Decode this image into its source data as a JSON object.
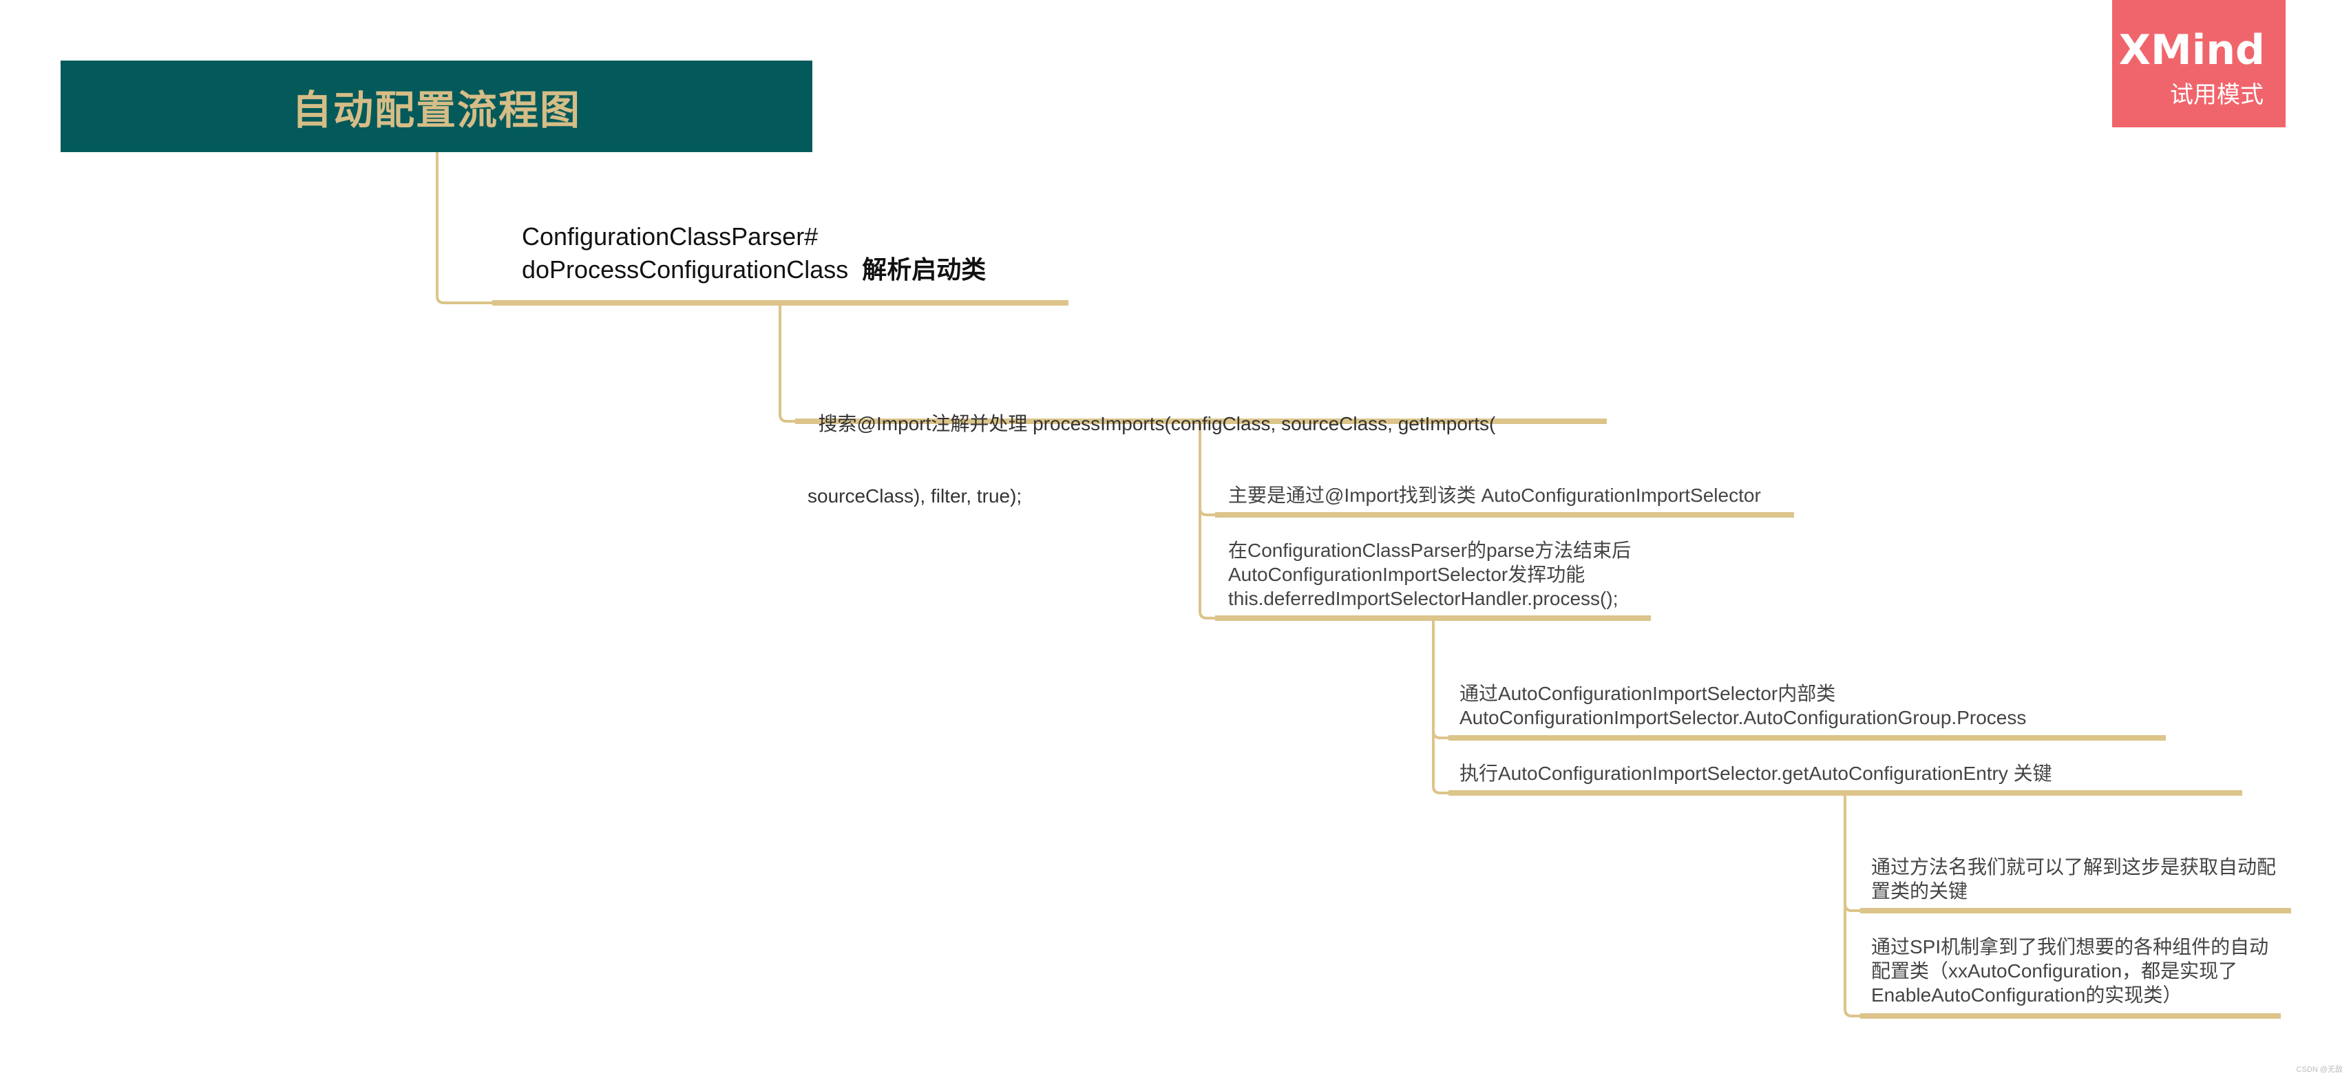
{
  "root": {
    "title": "自动配置流程图"
  },
  "watermark": {
    "brand": "XMind",
    "mode": "试用模式"
  },
  "nodes": {
    "n1": {
      "line1": "ConfigurationClassParser#",
      "line2_code": "doProcessConfigurationClass",
      "line2_bold": "解析启动类"
    },
    "n2": {
      "line1": "  搜索@Import注解并处理 processImports(configClass, sourceClass, getImports(",
      "line2": "sourceClass), filter, true);"
    },
    "n3": {
      "text": "主要是通过@Import找到该类 AutoConfigurationImportSelector"
    },
    "n4": {
      "line1": "在ConfigurationClassParser的parse方法结束后",
      "line2": "AutoConfigurationImportSelector发挥功能",
      "line3": "this.deferredImportSelectorHandler.process();"
    },
    "n5": {
      "line1": "通过AutoConfigurationImportSelector内部类",
      "line2": "AutoConfigurationImportSelector.AutoConfigurationGroup.Process"
    },
    "n6": {
      "text": "执行AutoConfigurationImportSelector.getAutoConfigurationEntry 关键"
    },
    "n7": {
      "line1": "通过方法名我们就可以了解到这步是获取自动配",
      "line2": "置类的关键"
    },
    "n8": {
      "line1": "通过SPI机制拿到了我们想要的各种组件的自动",
      "line2": "配置类（xxAutoConfiguration，都是实现了",
      "line3": "EnableAutoConfiguration的实现类）"
    }
  },
  "footer": {
    "credit": "CSDN @无敌"
  },
  "colors": {
    "root_bg": "#045a5a",
    "root_text": "#d6bd87",
    "connector": "#dcc48a",
    "watermark_bg": "#f0656c"
  }
}
